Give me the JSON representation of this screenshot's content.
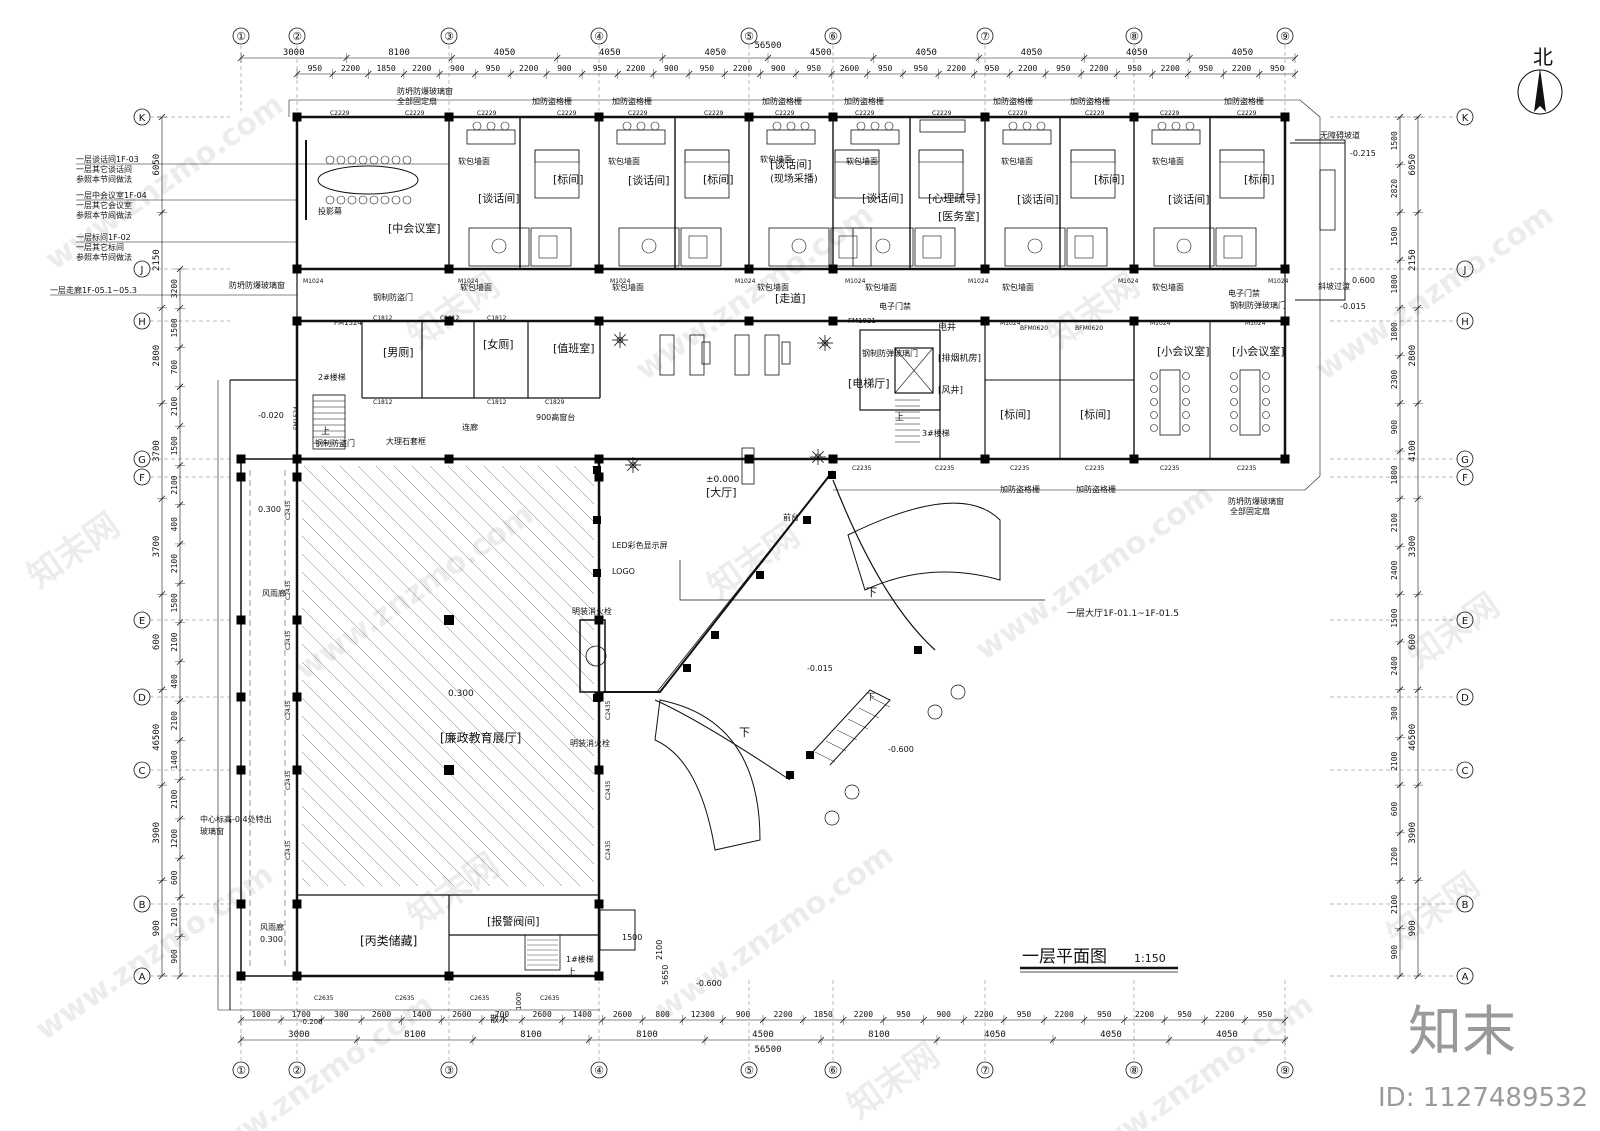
{
  "north_label": "北",
  "title": "一层平面图",
  "scale": "1:150",
  "axes_numbers": [
    "①",
    "②",
    "③",
    "④",
    "⑤",
    "⑥",
    "⑦",
    "⑧",
    "⑨"
  ],
  "axes_letters": [
    "K",
    "J",
    "H",
    "G",
    "F",
    "E",
    "D",
    "C",
    "B",
    "A"
  ],
  "dims": {
    "top_total": "56500",
    "top_bays": [
      "3000",
      "8100",
      "4050",
      "4050",
      "4050",
      "4500",
      "4050",
      "4050",
      "4050",
      "4050"
    ],
    "top_small": [
      "950",
      "2200",
      "1850",
      "2200",
      "900",
      "950",
      "2200",
      "900",
      "950",
      "2200",
      "900",
      "950",
      "2200",
      "900",
      "950",
      "2600",
      "950",
      "950",
      "2200",
      "950",
      "2200",
      "950",
      "2200",
      "950",
      "2200",
      "950",
      "2200",
      "950"
    ],
    "bottom_total": "56500",
    "bottom_bays": [
      "3000",
      "8100",
      "8100",
      "8100",
      "4500",
      "8100",
      "4050",
      "4050",
      "4050"
    ],
    "bottom_small": [
      "1000",
      "1700",
      "300",
      "2600",
      "1400",
      "2600",
      "700",
      "2600",
      "1400",
      "2600",
      "800",
      "12300",
      "900",
      "2200",
      "1850",
      "2200",
      "950",
      "900",
      "2200",
      "950",
      "2200",
      "950",
      "2200",
      "950",
      "2200",
      "950"
    ],
    "left_rows": [
      "6050",
      "2150",
      "2800",
      "3700",
      "3700",
      "600",
      "46500",
      "3900",
      "900"
    ],
    "left_small": [
      "3200",
      "1500",
      "700",
      "2100",
      "1500",
      "2100",
      "400",
      "2100",
      "1500",
      "2100",
      "400",
      "2100",
      "1400",
      "2100",
      "1200",
      "600",
      "2100",
      "900"
    ],
    "right_rows": [
      "6050",
      "2150",
      "2800",
      "4100",
      "3300",
      "600",
      "46500",
      "3900",
      "900"
    ],
    "right_small": [
      "1500",
      "2820",
      "1500",
      "1800",
      "1800",
      "2300",
      "900",
      "1800",
      "2100",
      "2400",
      "1500",
      "2400",
      "300",
      "2100",
      "600",
      "1200",
      "2100",
      "900"
    ]
  },
  "rooms": {
    "mid_meeting": "[中会议室]",
    "projector": "投影幕",
    "talk": "[谈话间]",
    "standard": "[标间]",
    "talk_record": "[谈话间]",
    "talk_record_sub": "(现场采播)",
    "psych": "[心理疏导]",
    "medical": "[医务室]",
    "corridor": "[走道]",
    "male_wc": "[男厕]",
    "female_wc": "[女厕]",
    "duty": "[值班室]",
    "elevator_hall": "[电梯厅]",
    "pump": "[排烟机房]",
    "fan": "[风井]",
    "elev_shaft": "电井",
    "small_meeting": "[小会议室]",
    "lobby": "[大厅]",
    "lobby_level": "±0.000",
    "exhibit": "[廉政教育展厅]",
    "exhibit_level": "0.300",
    "storage": "[丙类储藏]",
    "alarm_valve": "[报警阀间]",
    "stair1": "1#楼梯",
    "stair2": "2#楼梯",
    "stair3": "3#楼梯",
    "reception": "前台",
    "led": "LED彩色显示屏",
    "logo": "LOGO",
    "wind_corridor": "风雨廊",
    "wind_corridor_level": "0.300",
    "sub_corridor": "连廊",
    "drain": "散水"
  },
  "labels": {
    "anti_theft": "加防盗格栅",
    "soft_wall": "软包墙面",
    "soft_wall2": "软包墙面",
    "fire_window": "防坍防爆玻璃窗",
    "fire_window_sub": "全部固定扇",
    "fire_door": "钢制防盗门",
    "fire_door2": "钢制防盗门",
    "marble": "大理石套框",
    "e_door": "电子门禁",
    "e_door2": "电子门禁",
    "glass_door": "钢制防弹玻璃门",
    "ramp": "无障碍坡道",
    "slope_level": "斜坡过渡",
    "height_note": "900高窗台",
    "fire_cab": "明装消火栓",
    "fire_cab2": "明装消火栓",
    "center_note": "中心标高-0.4处特出",
    "center_note2": "玻璃窗",
    "down": "下",
    "up": "上",
    "lobby_ref": "一层大厅1F-01.1~1F-01.5",
    "corr_ref": "一层走廊1F-05.1~05.3",
    "ref1": "一层谈话间1F-03",
    "ref1b": "一层其它谈话间",
    "ref1c": "参照本节间做法",
    "ref2": "一层中会议室1F-04",
    "ref2b": "一层其它会议室",
    "ref2c": "参照本节间做法",
    "ref3": "一层标间1F-02",
    "ref3b": "一层其它标间",
    "ref3c": "参照本节间做法",
    "lv_m020": "-0.020",
    "lv_m015": "-0.015",
    "lv_m015b": "-0.015",
    "lv_m215": "-0.215",
    "lv_0600": "0.600",
    "lv_m0600": "-0.600",
    "lv_m0600b": "-0.600",
    "lv_m0200": "-0.200",
    "lv_0300": "0.300",
    "m1024": "M1024",
    "fm1524": "FM1524",
    "fm1821": "FM1821",
    "c2229": "C2229",
    "c2235": "C2235",
    "c2635": "C2635",
    "c2435": "C2435",
    "c1812": "C1812",
    "c1829": "C1829",
    "bfm": "BFM0620",
    "dim1500": "1500",
    "dim2100": "2100",
    "dim5650": "5650",
    "dim1000": "1000"
  },
  "watermarks": [
    "www.znzmo.com",
    "知末网"
  ],
  "brand": {
    "logo": "知末",
    "id": "ID: 1127489532"
  }
}
